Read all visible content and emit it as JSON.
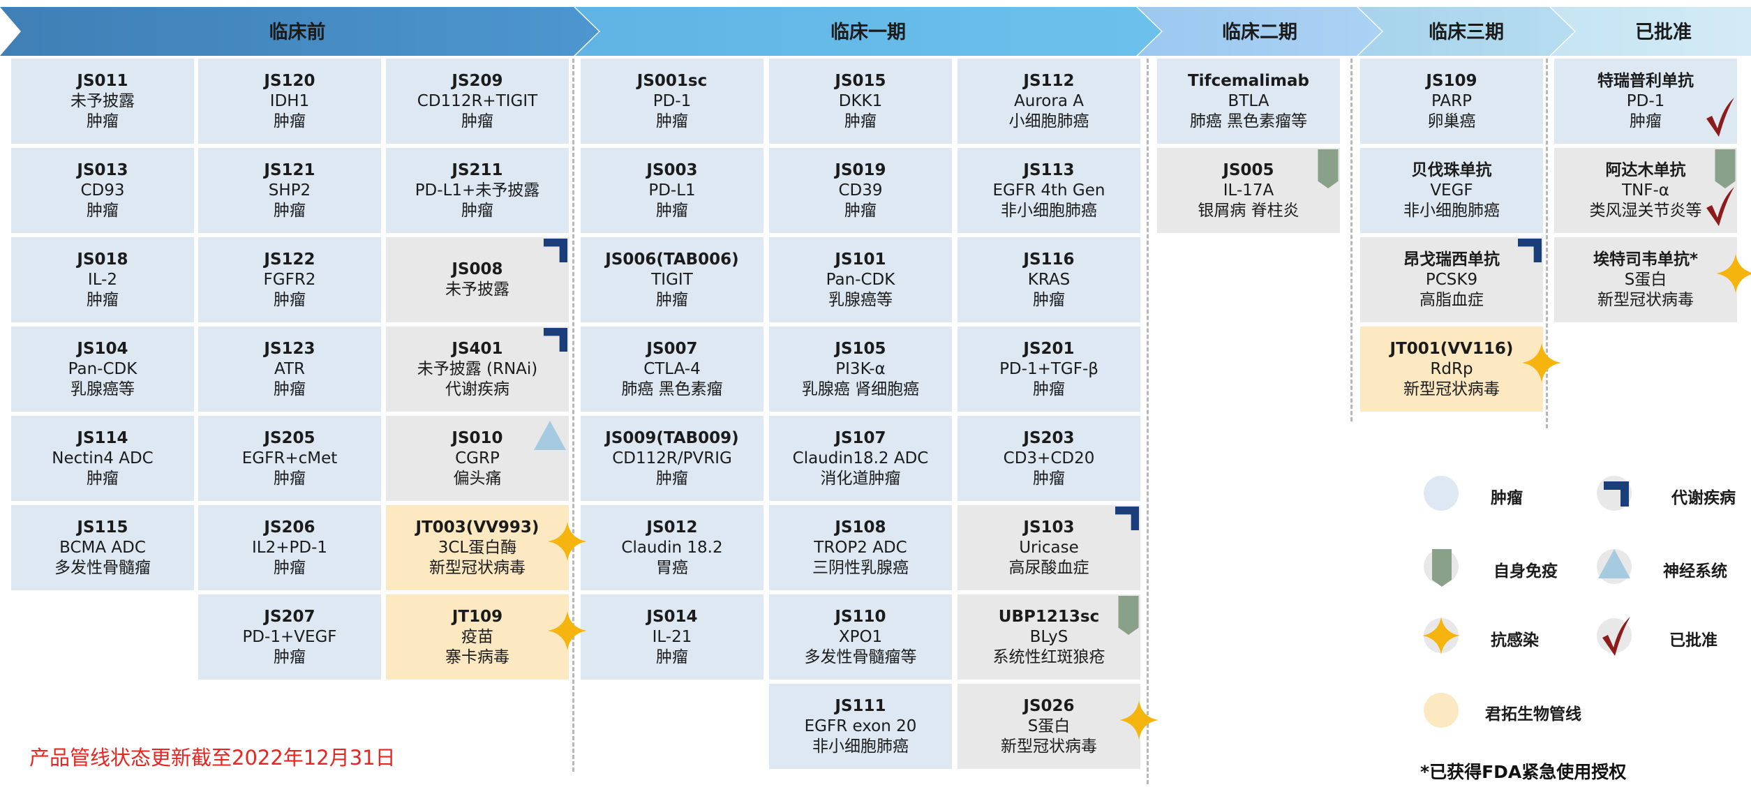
{
  "headers": [
    "临床前",
    "临床一期",
    "临床二期",
    "临床三期",
    "已批准"
  ],
  "colors": {
    "oncology": "#dde8f3",
    "other": "#e8e8e8",
    "junshi": "#fde9c1",
    "metabolic_icon": "#1a3e7a",
    "autoimmune_icon": "#8aa189",
    "neuro_icon": "#a6cbe1",
    "anti_infective_icon": "#f5b50e",
    "approved_icon": "#8c1b1b"
  },
  "cards": [
    {
      "n": "JS011",
      "t": "未予披露",
      "i": "肿瘤",
      "c": "blue"
    },
    {
      "n": "JS013",
      "t": "CD93",
      "i": "肿瘤",
      "c": "blue"
    },
    {
      "n": "JS018",
      "t": "IL-2",
      "i": "肿瘤",
      "c": "blue"
    },
    {
      "n": "JS104",
      "t": "Pan-CDK",
      "i": "乳腺癌等",
      "c": "blue"
    },
    {
      "n": "JS114",
      "t": "Nectin4 ADC",
      "i": "肿瘤",
      "c": "blue"
    },
    {
      "n": "JS115",
      "t": "BCMA ADC",
      "i": "多发性骨髓瘤",
      "c": "blue"
    },
    {
      "n": "JS120",
      "t": "IDH1",
      "i": "肿瘤",
      "c": "blue"
    },
    {
      "n": "JS121",
      "t": "SHP2",
      "i": "肿瘤",
      "c": "blue"
    },
    {
      "n": "JS122",
      "t": "FGFR2",
      "i": "肿瘤",
      "c": "blue"
    },
    {
      "n": "JS123",
      "t": "ATR",
      "i": "肿瘤",
      "c": "blue"
    },
    {
      "n": "JS205",
      "t": "EGFR+cMet",
      "i": "肿瘤",
      "c": "blue"
    },
    {
      "n": "JS206",
      "t": "IL2+PD-1",
      "i": "肿瘤",
      "c": "blue"
    },
    {
      "n": "JS207",
      "t": "PD-1+VEGF",
      "i": "肿瘤",
      "c": "blue"
    },
    {
      "n": "JS209",
      "t": "CD112R+TIGIT",
      "i": "肿瘤",
      "c": "blue"
    },
    {
      "n": "JS211",
      "t": "PD-L1+未予披露",
      "i": "肿瘤",
      "c": "blue"
    },
    {
      "n": "JS008",
      "t": "未予披露",
      "c": "gray",
      "ic": "metabolic"
    },
    {
      "n": "JS401",
      "t": "未予披露 (RNAi)",
      "i": "代谢疾病",
      "c": "gray",
      "ic": "metabolic"
    },
    {
      "n": "JS010",
      "t": "CGRP",
      "i": "偏头痛",
      "c": "gray",
      "ic": "neuro"
    },
    {
      "n": "JT003(VV993)",
      "t": "3CL蛋白酶",
      "i": "新型冠状病毒",
      "c": "yellow",
      "ic": "star"
    },
    {
      "n": "JT109",
      "t": "疫苗",
      "i": "寨卡病毒",
      "c": "yellow",
      "ic": "star"
    },
    {
      "n": "JS001sc",
      "t": "PD-1",
      "i": "肿瘤",
      "c": "blue"
    },
    {
      "n": "JS003",
      "t": "PD-L1",
      "i": "肿瘤",
      "c": "blue"
    },
    {
      "n": "JS006(TAB006)",
      "t": "TIGIT",
      "i": "肿瘤",
      "c": "blue"
    },
    {
      "n": "JS007",
      "t": "CTLA-4",
      "i": "肺癌 黑色素瘤",
      "c": "blue"
    },
    {
      "n": "JS009(TAB009)",
      "t": "CD112R/PVRIG",
      "i": "肿瘤",
      "c": "blue"
    },
    {
      "n": "JS012",
      "t": "Claudin 18.2",
      "i": "胃癌",
      "c": "blue"
    },
    {
      "n": "JS014",
      "t": "IL-21",
      "i": "肿瘤",
      "c": "blue"
    },
    {
      "n": "JS015",
      "t": "DKK1",
      "i": "肿瘤",
      "c": "blue"
    },
    {
      "n": "JS019",
      "t": "CD39",
      "i": "肿瘤",
      "c": "blue"
    },
    {
      "n": "JS101",
      "t": "Pan-CDK",
      "i": "乳腺癌等",
      "c": "blue"
    },
    {
      "n": "JS105",
      "t": "PI3K-α",
      "i": "乳腺癌 肾细胞癌",
      "c": "blue"
    },
    {
      "n": "JS107",
      "t": "Claudin18.2 ADC",
      "i": "消化道肿瘤",
      "c": "blue"
    },
    {
      "n": "JS108",
      "t": "TROP2 ADC",
      "i": "三阴性乳腺癌",
      "c": "blue"
    },
    {
      "n": "JS110",
      "t": "XPO1",
      "i": "多发性骨髓瘤等",
      "c": "blue"
    },
    {
      "n": "JS111",
      "t": "EGFR exon 20",
      "i": "非小细胞肺癌",
      "c": "blue"
    },
    {
      "n": "JS112",
      "t": "Aurora A",
      "i": "小细胞肺癌",
      "c": "blue"
    },
    {
      "n": "JS113",
      "t": "EGFR 4th Gen",
      "i": "非小细胞肺癌",
      "c": "blue"
    },
    {
      "n": "JS116",
      "t": "KRAS",
      "i": "肿瘤",
      "c": "blue"
    },
    {
      "n": "JS201",
      "t": "PD-1+TGF-β",
      "i": "肿瘤",
      "c": "blue"
    },
    {
      "n": "JS203",
      "t": "CD3+CD20",
      "i": "肿瘤",
      "c": "blue"
    },
    {
      "n": "JS103",
      "t": "Uricase",
      "i": "高尿酸血症",
      "c": "gray",
      "ic": "metabolic"
    },
    {
      "n": "UBP1213sc",
      "t": "BLyS",
      "i": "系统性红斑狼疮",
      "c": "gray",
      "ic": "autoimmune"
    },
    {
      "n": "JS026",
      "t": "S蛋白",
      "i": "新型冠状病毒",
      "c": "gray",
      "ic": "star"
    },
    {
      "n": "Tifcemalimab",
      "t": "BTLA",
      "i": "肺癌 黑色素瘤等",
      "c": "blue"
    },
    {
      "n": "JS005",
      "t": "IL-17A",
      "i": "银屑病 脊柱炎",
      "c": "gray",
      "ic": "autoimmune"
    },
    {
      "n": "JS109",
      "t": "PARP",
      "i": "卵巢癌",
      "c": "blue"
    },
    {
      "n": "贝伐珠单抗",
      "t": "VEGF",
      "i": "非小细胞肺癌",
      "c": "blue"
    },
    {
      "n": "昂戈瑞西单抗",
      "t": "PCSK9",
      "i": "高脂血症",
      "c": "gray",
      "ic": "metabolic"
    },
    {
      "n": "JT001(VV116)",
      "t": "RdRp",
      "i": "新型冠状病毒",
      "c": "yellow",
      "ic": "star"
    },
    {
      "n": "特瑞普利单抗",
      "t": "PD-1",
      "i": "肿瘤",
      "c": "blue",
      "ic": "check"
    },
    {
      "n": "阿达木单抗",
      "t": "TNF-α",
      "i": "类风湿关节炎等",
      "c": "gray",
      "ic": "autoimmune",
      "ic2": "check"
    },
    {
      "n": "埃特司韦单抗*",
      "t": "S蛋白",
      "i": "新型冠状病毒",
      "c": "gray",
      "ic": "star"
    }
  ],
  "legend": [
    {
      "label": "肿瘤",
      "icon": "circle-blue-icon"
    },
    {
      "label": "代谢疾病",
      "icon": "metabolic-icon"
    },
    {
      "label": "自身免疫",
      "icon": "autoimmune-icon"
    },
    {
      "label": "神经系统",
      "icon": "neuro-triangle-icon"
    },
    {
      "label": "抗感染",
      "icon": "star-icon"
    },
    {
      "label": "已批准",
      "icon": "check-icon"
    },
    {
      "label": "君拓生物管线",
      "icon": "circle-yellow-icon"
    }
  ],
  "note": "产品管线状态更新截至2022年12月31日",
  "fda_note": "*已获得FDA紧急使用授权"
}
